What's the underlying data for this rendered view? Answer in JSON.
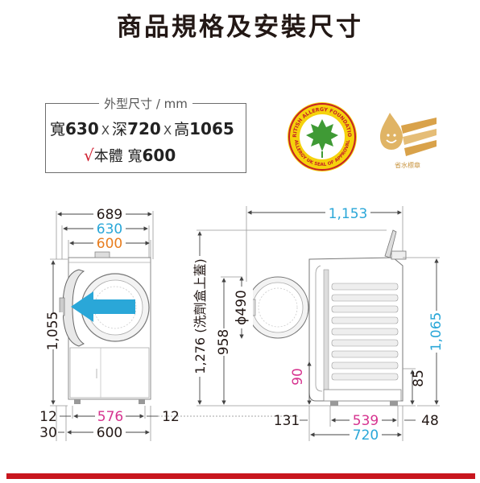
{
  "title": "商品規格及安裝尺寸",
  "spec": {
    "header": "外型尺寸 / mm",
    "w_label": "寬",
    "w_val": "630",
    "d_label": "深",
    "d_val": "720",
    "h_label": "高",
    "h_val": "1065",
    "x": "X",
    "check": "√",
    "body_label": "本體",
    "body_w_label": "寬",
    "body_w_val": "600"
  },
  "front": {
    "dim_689": "689",
    "dim_630": "630",
    "dim_600": "600",
    "dim_1055": "1,055",
    "dim_12l": "12",
    "dim_576": "576",
    "dim_12r": "12",
    "dim_30": "30",
    "dim_600b": "600"
  },
  "side": {
    "dim_1153": "1,153",
    "dim_1276": "1,276 (洗劑盒上蓋)",
    "dim_958": "958",
    "dim_490": "ϕ490",
    "dim_90": "90",
    "dim_85": "85",
    "dim_1065": "1,065",
    "dim_131": "131",
    "dim_539": "539",
    "dim_48": "48",
    "dim_720": "720"
  },
  "colors": {
    "black": "#231815",
    "blue": "#2aa7d8",
    "orange": "#e87d1e",
    "magenta": "#d6338f",
    "red": "#c8161e",
    "gold": "#d9a24a"
  },
  "badges": {
    "allergy_top": "BRITISH ALLERGY FOUNDATION",
    "allergy_bottom": "ALLERGY UK SEAL OF APPROVAL",
    "water_text": "省水標章"
  }
}
